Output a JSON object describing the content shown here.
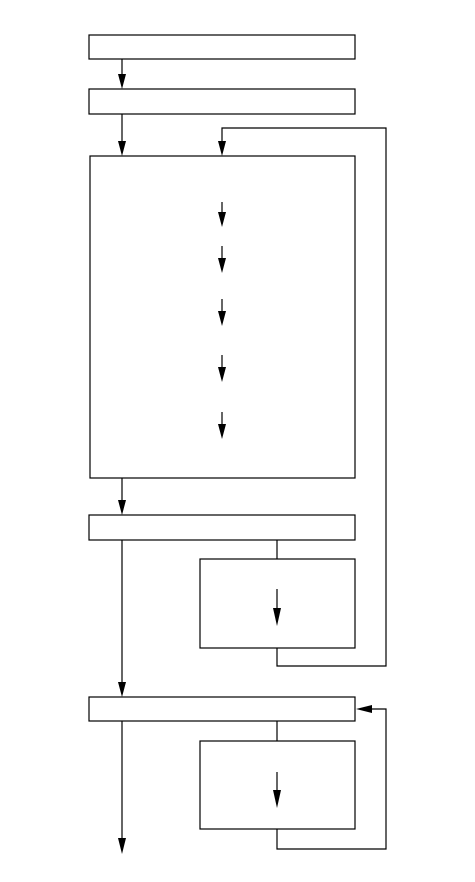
{
  "diagram": {
    "kind": "flowchart",
    "label_text": "none",
    "colors": {
      "stroke": "#000000",
      "background": "#ffffff"
    },
    "boxes": [
      {
        "id": "box-1",
        "text": ""
      },
      {
        "id": "box-2",
        "text": ""
      },
      {
        "id": "box-3",
        "text": ""
      },
      {
        "id": "box-4",
        "text": ""
      },
      {
        "id": "box-5",
        "text": ""
      },
      {
        "id": "box-6",
        "text": ""
      },
      {
        "id": "box-7",
        "text": ""
      }
    ],
    "connections": [
      {
        "from": "box-1",
        "to": "box-2"
      },
      {
        "from": "box-2",
        "to": "box-3"
      },
      {
        "from": "box-5",
        "to": "box-3",
        "route": "loop-back"
      },
      {
        "from": "box-3",
        "to": "box-4"
      },
      {
        "from": "box-4",
        "to": "box-5"
      },
      {
        "from": "box-4",
        "to": "box-6"
      },
      {
        "from": "box-6",
        "to": "box-7"
      },
      {
        "from": "box-7",
        "to": "box-6",
        "route": "loop-back"
      },
      {
        "from": "box-6",
        "to": "exit"
      }
    ],
    "inner_arrows_box_3": 5,
    "inner_arrows_box_5": 1,
    "inner_arrows_box_7": 1
  }
}
